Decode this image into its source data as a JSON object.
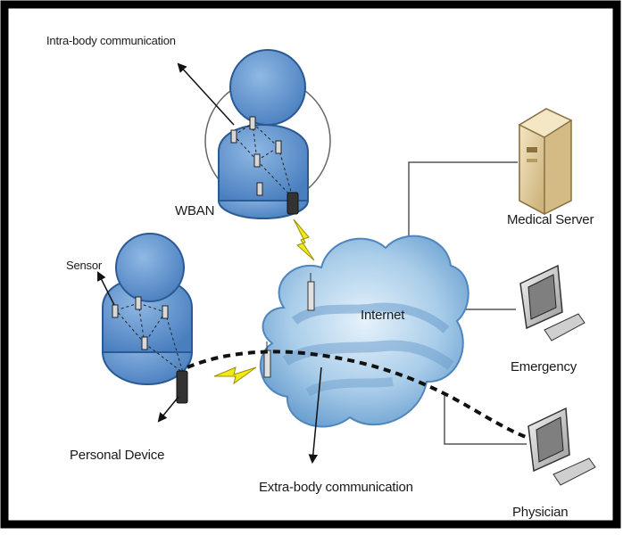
{
  "diagram": {
    "labels": {
      "intra_body": "Intra-body communication",
      "wban": "WBAN",
      "sensor": "Sensor",
      "personal_device": "Personal Device",
      "internet": "Internet",
      "extra_body": "Extra-body communication",
      "medical_server": "Medical Server",
      "emergency": "Emergency",
      "physician": "Physician"
    },
    "colors": {
      "frame": "#000000",
      "person_fill": "#5b8fc8",
      "person_stroke": "#2a5a94",
      "cloud_light": "#cfe4f5",
      "cloud_dark": "#5d94c8",
      "lightning": "#f2e81a",
      "server": "#e9d6a8"
    },
    "icons": [
      "wban-person-icon",
      "sensor-person-icon",
      "internet-cloud-icon",
      "medical-server-icon",
      "emergency-computer-icon",
      "physician-computer-icon",
      "lightning-icon",
      "antenna-icon",
      "personal-device-icon"
    ]
  }
}
